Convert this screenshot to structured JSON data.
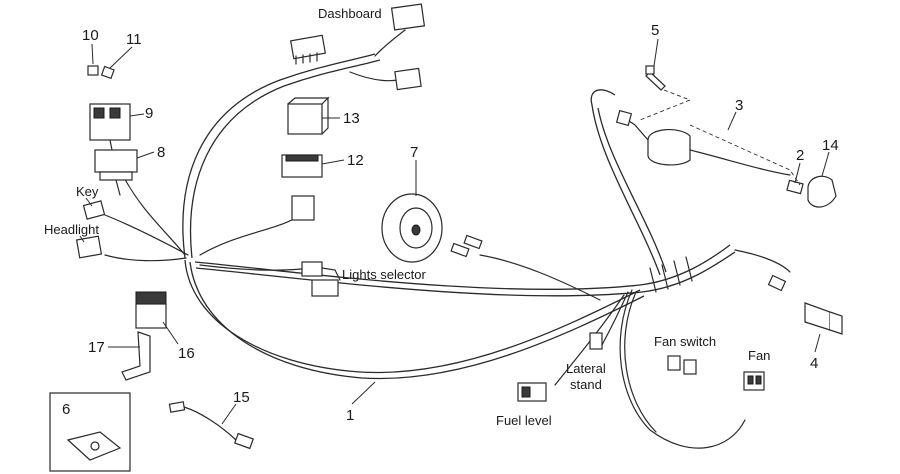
{
  "callouts": {
    "n1": "1",
    "n2": "2",
    "n3": "3",
    "n4": "4",
    "n5": "5",
    "n6": "6",
    "n7": "7",
    "n8": "8",
    "n9": "9",
    "n10": "10",
    "n11": "11",
    "n12": "12",
    "n13": "13",
    "n14": "14",
    "n15": "15",
    "n16": "16",
    "n17": "17"
  },
  "labels": {
    "dashboard": "Dashboard",
    "key": "Key",
    "headlight": "Headlight",
    "lights_selector": "Lights selector",
    "lateral_stand_1": "Lateral",
    "lateral_stand_2": "stand",
    "fuel_level": "Fuel level",
    "fan_switch": "Fan switch",
    "fan": "Fan"
  }
}
